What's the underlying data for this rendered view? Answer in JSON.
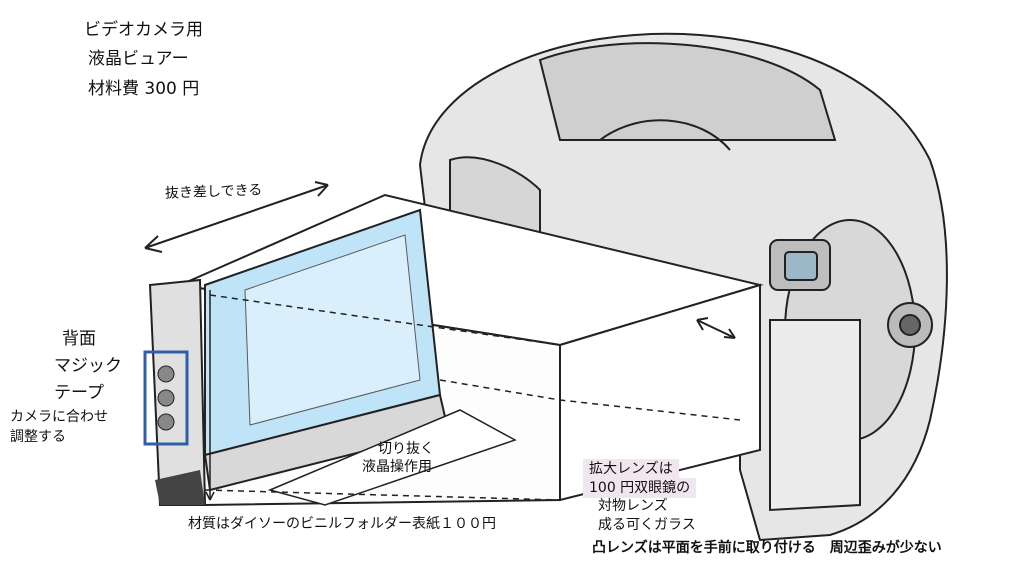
{
  "title": {
    "line1": "ビデオカメラ用",
    "line2": "液晶ビュアー",
    "line3": "材料費 300 円"
  },
  "notes": {
    "slide": "抜き差しできる",
    "back_line1": "背面",
    "back_line2": "マジック",
    "back_line3": "テープ",
    "adjust_line1": "カメラに合わせ",
    "adjust_line2": "調整する",
    "cutout_line1": "切り抜く",
    "cutout_line2": "液晶操作用",
    "material": "材質はダイソーのビニルフォルダー表紙１００円",
    "lens_line1": "拡大レンズは",
    "lens_line2": "100 円双眼鏡の",
    "lens_line3": "対物レンズ",
    "lens_line4": "成る可くガラス",
    "convex": "凸レンズは平面を手前に取り付ける　周辺歪みが少ない"
  },
  "colors": {
    "screen": "#bfe3f7",
    "magic_tape": "#2f5fa8",
    "label_bg": "#f1e6ee"
  }
}
